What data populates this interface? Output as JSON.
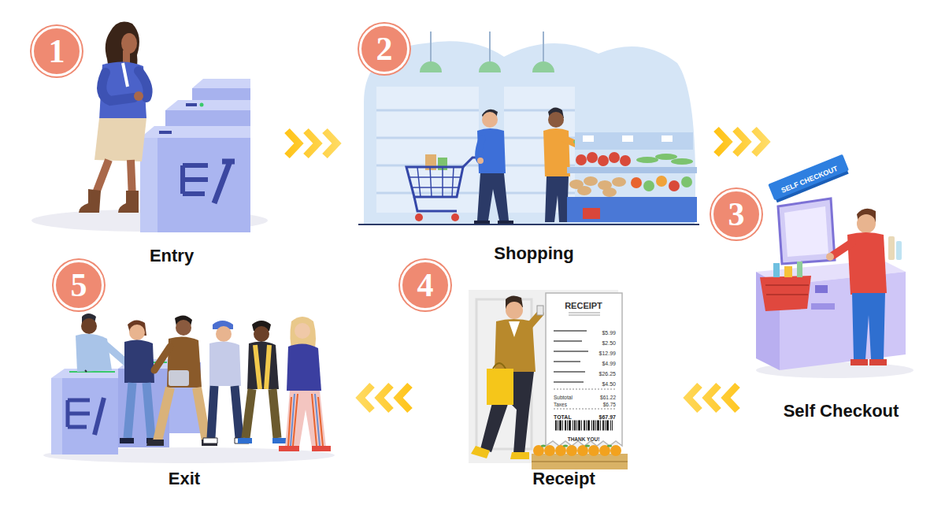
{
  "diagram": {
    "nodes": [
      {
        "text": [
          "1",
          "Entry"
        ]
      },
      {
        "text": [
          "2",
          "Shopping"
        ]
      },
      {
        "text": [
          "3",
          "Self Checkout"
        ]
      },
      {
        "text": [
          "4",
          "Receipt"
        ]
      },
      {
        "text": [
          "5",
          "Exit"
        ]
      }
    ],
    "edges": [
      {
        "from": 0,
        "to": 1,
        "arrow": "to"
      },
      {
        "from": 1,
        "to": 2,
        "arrow": "to"
      },
      {
        "from": 2,
        "to": 3,
        "arrow": "to"
      },
      {
        "from": 3,
        "to": 4,
        "arrow": "to"
      }
    ],
    "labels": [
      "SELF CHECKOUT",
      "RECEIPT",
      "$5.99",
      "$2.50",
      "$12.99",
      "$4.99",
      "$26.25",
      "$4.50",
      "Subtotal",
      "$61.22",
      "Taxes",
      "$6.75",
      "TOTAL",
      "$67.97",
      "THANK YOU!"
    ]
  }
}
